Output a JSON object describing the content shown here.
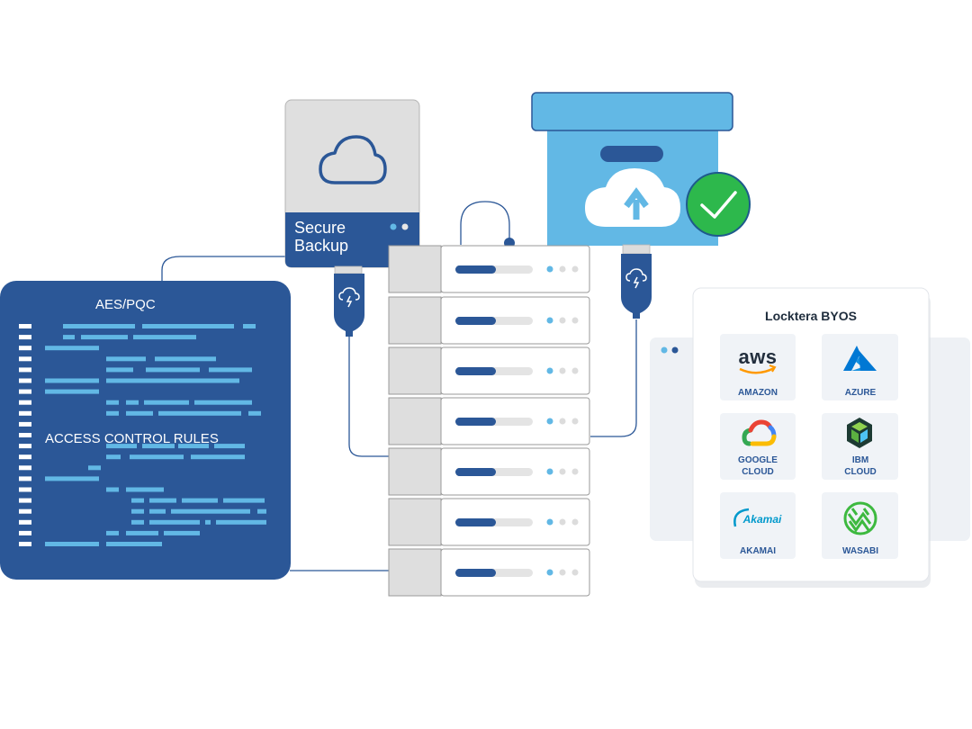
{
  "backup_box": {
    "line1": "Secure",
    "line2": "Backup",
    "icon": "cloud-icon"
  },
  "rules_panel": {
    "top_label": "AES/PQC",
    "mid_label": "ACCESS CONTROL RULES"
  },
  "archive": {
    "icon": "cloud-upload-icon",
    "status_icon": "check-icon",
    "status_color": "#2db84c"
  },
  "byos_card": {
    "title": "Locktera BYOS",
    "providers": [
      {
        "line1": "AMAZON",
        "line2": "",
        "icon": "aws-logo"
      },
      {
        "line1": "AZURE",
        "line2": "",
        "icon": "azure-logo"
      },
      {
        "line1": "GOOGLE",
        "line2": "CLOUD",
        "icon": "google-cloud-logo"
      },
      {
        "line1": "IBM",
        "line2": "CLOUD",
        "icon": "ibm-cloud-logo"
      },
      {
        "line1": "AKAMAI",
        "line2": "",
        "icon": "akamai-logo"
      },
      {
        "line1": "WASABI",
        "line2": "",
        "icon": "wasabi-logo"
      }
    ],
    "aws_wordmark": "aws",
    "akamai_wordmark": "Akamai"
  },
  "colors": {
    "navy": "#2b5797",
    "light_blue": "#62b8e5",
    "server_gray": "#e5e5e5"
  }
}
